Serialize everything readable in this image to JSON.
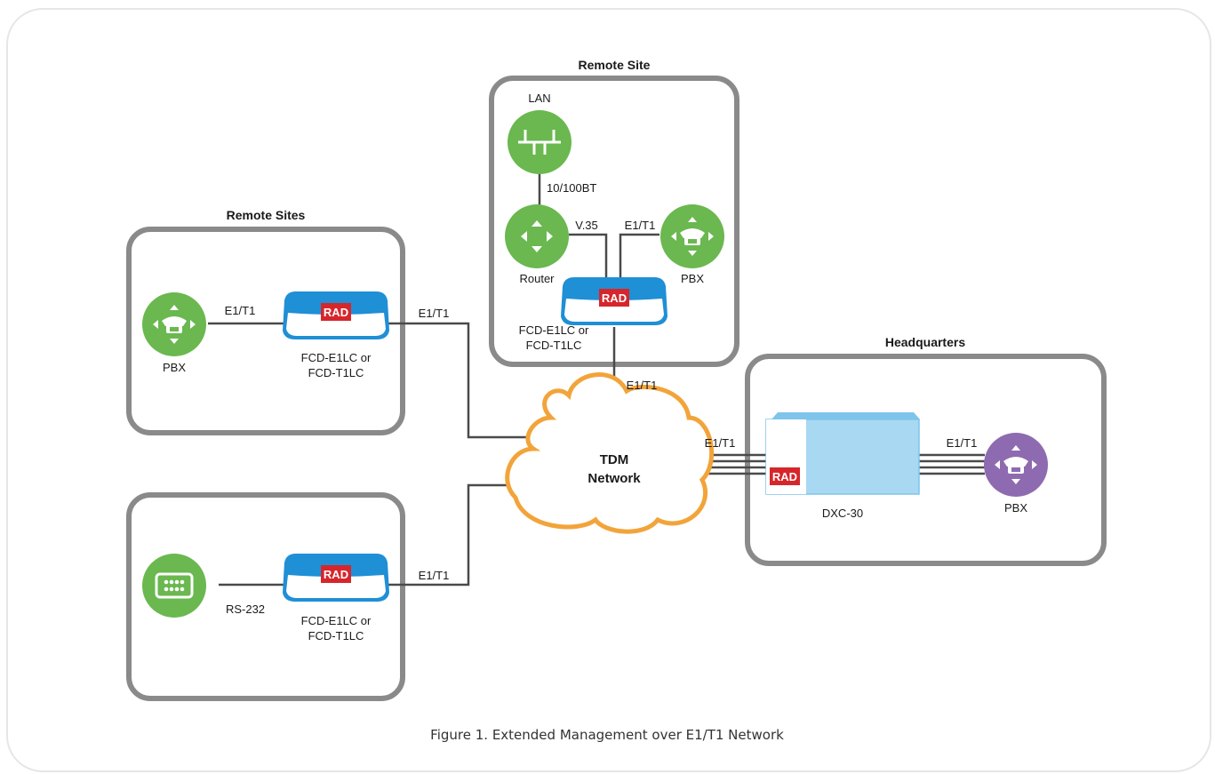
{
  "caption": "Figure 1.  Extended Management over E1/T1 Network",
  "colors": {
    "site_border": "#8a8a8a",
    "green_node": "#6ab84f",
    "purple_node": "#8e6bb0",
    "cloud": "#f2a43a",
    "device_blue": "#1f8fd6",
    "rad_red": "#d6262b",
    "dxc_fill": "#a9d8f2"
  },
  "sites": {
    "remote_sites_title": "Remote Sites",
    "remote_site_title": "Remote Site",
    "headquarters_title": "Headquarters"
  },
  "nodes": {
    "pbx_left": "PBX",
    "pbx_top": "PBX",
    "pbx_hq": "PBX",
    "lan": "LAN",
    "router": "Router",
    "dxc": "DXC-30",
    "cloud_line1": "TDM",
    "cloud_line2": "Network"
  },
  "devices": {
    "fcd_line1": "FCD-E1LC or",
    "fcd_line2": "FCD-T1LC",
    "rad_logo": "RAD"
  },
  "links": {
    "e1t1": "E1/T1",
    "rs232": "RS-232",
    "v35": "V.35",
    "tenbt": "10/100BT"
  }
}
